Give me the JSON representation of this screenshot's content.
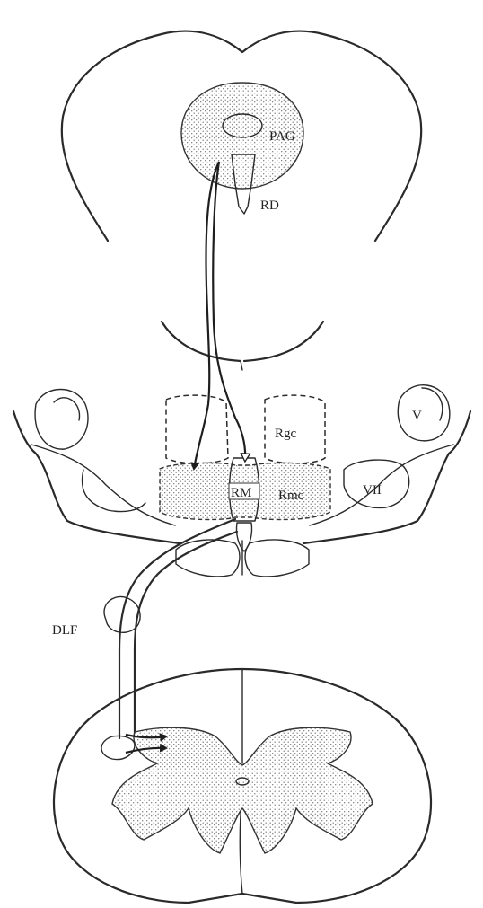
{
  "labels": {
    "pag": "PAG",
    "rd": "RD",
    "rgc": "Rgc",
    "rm": "RM",
    "rmc": "Rmc",
    "v": "V",
    "vii": "VII",
    "dlf": "DLF"
  },
  "colors": {
    "ink": "#222222",
    "stipple": "#7a7a7a",
    "background": "#ffffff"
  }
}
